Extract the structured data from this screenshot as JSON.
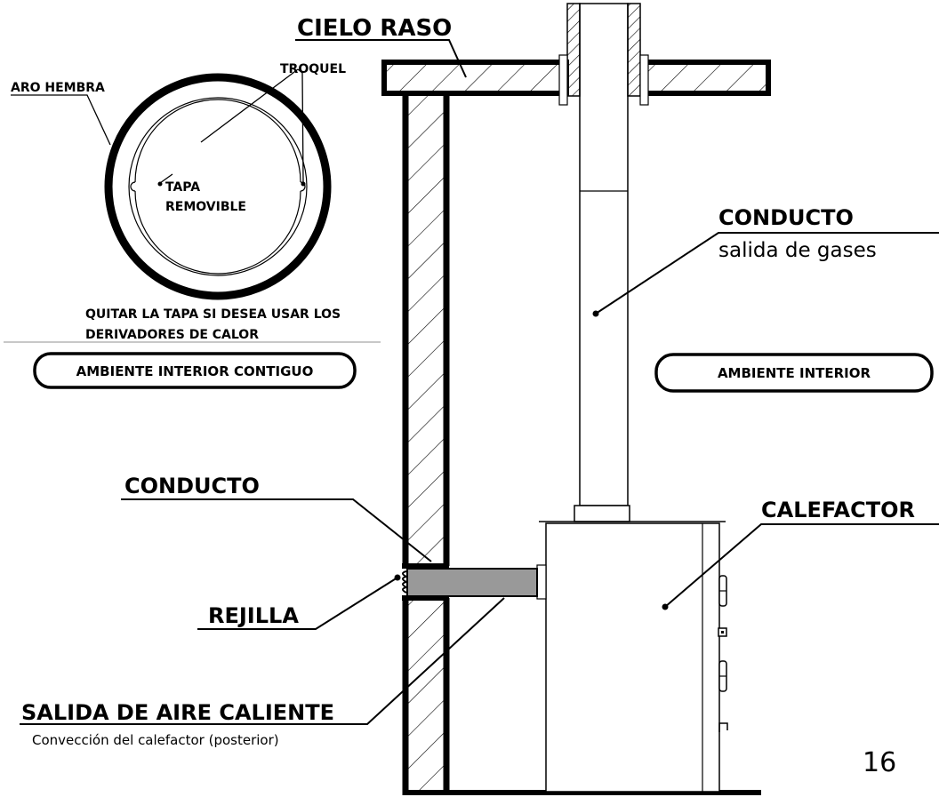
{
  "labels": {
    "ceiling": "CIELO RASO",
    "female_ring": "ARO HEMBRA",
    "die_cut": "TROQUEL",
    "removable_cap_1": "TAPA",
    "removable_cap_2": "REMOVIBLE",
    "instruction_1": "QUITAR LA TAPA SI DESEA USAR LOS",
    "instruction_2": "DERIVADORES DE CALOR",
    "adjacent_room": "AMBIENTE INTERIOR CONTIGUO",
    "interior_room": "AMBIENTE INTERIOR",
    "flue_title": "CONDUCTO",
    "flue_subtitle": "salida de gases",
    "duct_title": "CONDUCTO",
    "heater": "CALEFACTOR",
    "grille": "REJILLA",
    "hot_air_outlet": "SALIDA DE AIRE CALIENTE",
    "hot_air_subtitle": "Convección del calefactor (posterior)",
    "page_number": "16"
  }
}
